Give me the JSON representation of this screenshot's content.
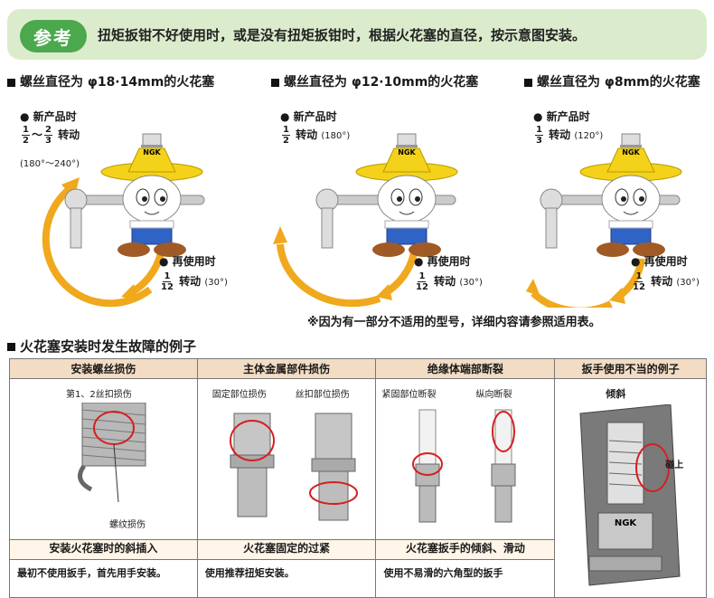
{
  "note": {
    "badge": "参考",
    "text": "扭矩扳钳不好使用时，或是没有扭矩扳钳时，根据火花塞的直径，按示意图安装。"
  },
  "panels": [
    {
      "title": "螺丝直径为 φ18·14mm的火花塞",
      "new_label": "新产品时",
      "new_frac1_num": "1",
      "new_frac1_den": "2",
      "new_sep": "～",
      "new_frac2_num": "2",
      "new_frac2_den": "3",
      "new_turn": "转动",
      "new_deg": "(180°～240°)",
      "reuse_label": "再使用时",
      "reuse_num": "1",
      "reuse_den": "12",
      "reuse_turn": "转动",
      "reuse_deg": "(30°)"
    },
    {
      "title": "螺丝直径为 φ12·10mm的火花塞",
      "new_label": "新产品时",
      "new_frac1_num": "1",
      "new_frac1_den": "2",
      "new_turn": "转动",
      "new_deg": "(180°)",
      "reuse_label": "再使用时",
      "reuse_num": "1",
      "reuse_den": "12",
      "reuse_turn": "转动",
      "reuse_deg": "(30°)"
    },
    {
      "title": "螺丝直径为 φ8mm的火花塞",
      "new_label": "新产品时",
      "new_frac1_num": "1",
      "new_frac1_den": "3",
      "new_turn": "转动",
      "new_deg": "(120°)",
      "reuse_label": "再使用时",
      "reuse_num": "1",
      "reuse_den": "12",
      "reuse_turn": "转动",
      "reuse_deg": "(30°)"
    }
  ],
  "mascot_cap": "NGK",
  "footnote": "※因为有一部分不适用的型号，详细内容请参照适用表。",
  "section_title": "火花塞安装时发生故障的例子",
  "table": {
    "headers": [
      "安装螺丝损伤",
      "主体金属部件损伤",
      "绝缘体端部断裂",
      "扳手使用不当的例子"
    ],
    "labels": {
      "thread_damage_top": "第1、2丝扣损伤",
      "thread_damage_bottom": "螺纹损伤",
      "fixed_damage": "固定部位损伤",
      "thread_part_damage": "丝扣部位损伤",
      "tight_break": "紧固部位断裂",
      "vertical_break": "纵向断裂",
      "tilt": "倾斜",
      "contact": "碰上",
      "socket_brand": "NGK"
    },
    "causes": [
      "安装火花塞时的斜插入",
      "火花塞固定的过紧",
      "火花塞扳手的倾斜、滑动"
    ],
    "tips": [
      "最初不使用扳手，首先用手安装。",
      "使用推荐扭矩安装。",
      "使用不易滑的六角型的扳手"
    ]
  },
  "colors": {
    "note_bg": "#dbeccc",
    "badge_bg": "#4ca84c",
    "header_bg": "#f2dcc4",
    "arrow": "#f0a81c",
    "highlight_circle": "#d42020",
    "hat": "#f4d21a"
  }
}
